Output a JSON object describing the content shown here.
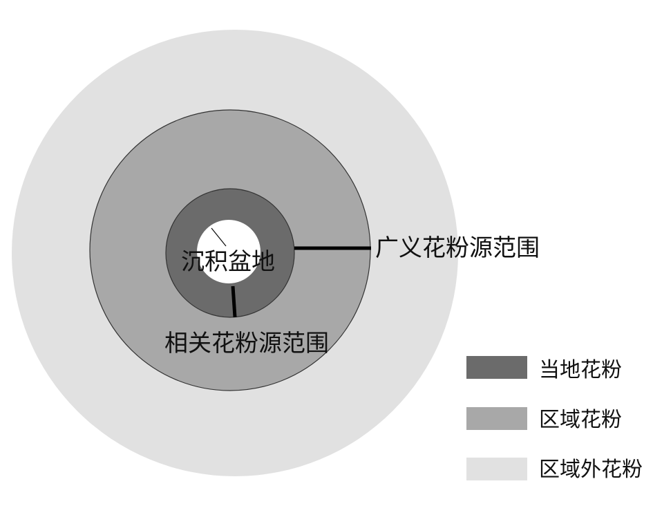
{
  "diagram": {
    "labels": {
      "basin": "沉积盆地",
      "related_source_range": "相关花粉源范围",
      "broad_source_range": "广义花粉源范围"
    }
  },
  "legend": {
    "items": [
      {
        "label": "当地花粉",
        "color": "#6b6b6b"
      },
      {
        "label": "区域花粉",
        "color": "#a8a8a8"
      },
      {
        "label": "区域外花粉",
        "color": "#e1e1e1"
      }
    ]
  }
}
